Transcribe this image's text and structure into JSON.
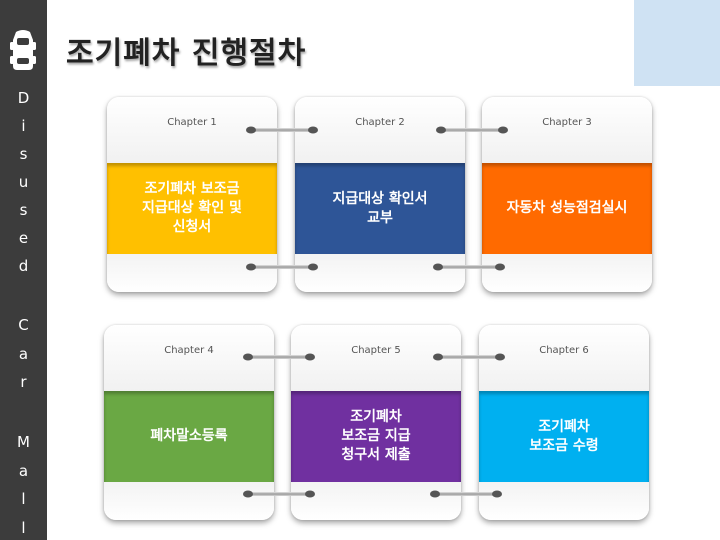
{
  "title": "조기폐차 진행절차",
  "sidebar": {
    "letters": [
      "D",
      "i",
      "s",
      "u",
      "s",
      "e",
      "d",
      "C",
      "a",
      "r",
      "M",
      "a",
      "l",
      "l"
    ]
  },
  "colors": {
    "sidebar": "#3c3c3c",
    "accent_box": "#cfe2f3"
  },
  "icons": {
    "logo": "car-icon"
  },
  "cards": [
    {
      "chapter": "Chapter 1",
      "text": "조기폐차 보조금\n지급대상 확인 및\n신청서",
      "color": "#ffc000"
    },
    {
      "chapter": "Chapter 2",
      "text": "지급대상 확인서\n교부",
      "color": "#2e5597"
    },
    {
      "chapter": "Chapter 3",
      "text": "자동차 성능점검실시",
      "color": "#ff6a00"
    },
    {
      "chapter": "Chapter 4",
      "text": "폐차말소등록",
      "color": "#6aa844"
    },
    {
      "chapter": "Chapter 5",
      "text": "조기폐차\n보조금 지급\n청구서 제출",
      "color": "#7030a0"
    },
    {
      "chapter": "Chapter 6",
      "text": "조기폐차\n보조금 수령",
      "color": "#00b0f0"
    }
  ]
}
